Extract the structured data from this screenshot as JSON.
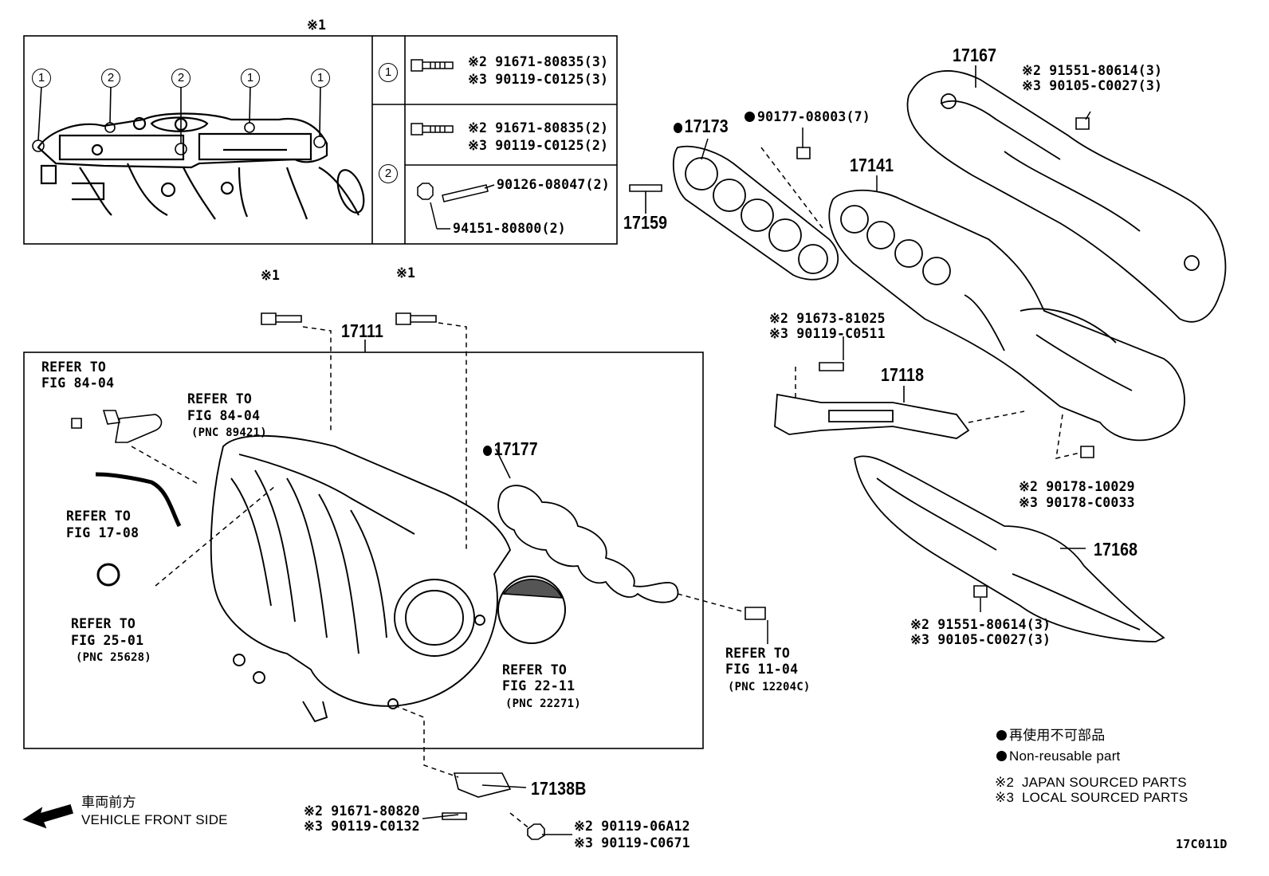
{
  "header_mark": "※1",
  "table": {
    "circle_refs": [
      "1",
      "2",
      "2",
      "1",
      "1"
    ],
    "row1": {
      "key": "1",
      "lines": [
        "※2 91671-80835(3)",
        "※3 90119-C0125(3)"
      ]
    },
    "row2": {
      "key": "2",
      "lines": [
        "※2 91671-80835(2)",
        "※3 90119-C0125(2)"
      ],
      "stud": "90126-08047(2)",
      "nut": "94151-80800(2)"
    }
  },
  "parts": {
    "p17173": "17173",
    "p90177": "90177-08003(7)",
    "p17159": "17159",
    "p17141": "17141",
    "p17167": "17167",
    "p17167_bolts": [
      "※2 91551-80614(3)",
      "※3 90105-C0027(3)"
    ],
    "p17111": "17111",
    "mark1a": "※1",
    "mark1b": "※1",
    "p91673": [
      "※2 91673-81025",
      "※3 90119-C0511"
    ],
    "p17118": "17118",
    "p17177": "17177",
    "p90178": [
      "※2 90178-10029",
      "※3 90178-C0033"
    ],
    "p17168": "17168",
    "p17168_bolts": [
      "※2 91551-80614(3)",
      "※3 90105-C0027(3)"
    ],
    "p17138B": "17138B",
    "p91671_bottom": [
      "※2 91671-80820",
      "※3 90119-C0132"
    ],
    "p90119_bottom": [
      "※2 90119-06A12",
      "※3 90119-C0671"
    ]
  },
  "refs": {
    "r1": [
      "REFER TO",
      "FIG 84-04"
    ],
    "r2": [
      "REFER TO",
      "FIG 84-04",
      "(PNC 89421)"
    ],
    "r3": [
      "REFER TO",
      "FIG 17-08"
    ],
    "r4": [
      "REFER TO",
      "FIG 25-01",
      "(PNC 25628)"
    ],
    "r5": [
      "REFER TO",
      "FIG 22-11",
      "(PNC 22271)"
    ],
    "r6": [
      "REFER TO",
      "FIG 11-04",
      "(PNC 12204C)"
    ]
  },
  "legend": {
    "nonreusable_jp": "再使用不可部品",
    "nonreusable_en": "Non-reusable part",
    "japan": "※2  JAPAN SOURCED PARTS",
    "local": "※3  LOCAL SOURCED PARTS"
  },
  "direction": {
    "jp": "車両前方",
    "en": "VEHICLE FRONT SIDE"
  },
  "figure_code": "17C011D"
}
